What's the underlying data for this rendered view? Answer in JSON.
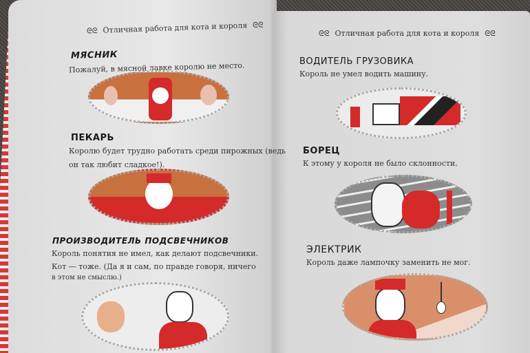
{
  "left_page": {
    "header": "Отличная работа для кота и короля",
    "ornament": "ᘓᘓ",
    "sections": [
      {
        "title": "МЯСНИК",
        "lines": [
          "Пожалуй, в мясной лавке королю не место."
        ]
      },
      {
        "title": "ПЕКАРЬ",
        "lines": [
          "Королю будет трудно работать среди пирожных (ведь",
          "он так любит сладкое!)."
        ]
      },
      {
        "title": "ПРОИЗВОДИТЕЛЬ ПОДСВЕЧНИКОВ",
        "lines": [
          "Король понятия не имел, как делают подсвечники.",
          "Кот — тоже. (Да я и сам, по правде говоря, ничего",
          "в этом не смыслю.)"
        ]
      }
    ]
  },
  "right_page": {
    "header": "Отличная работа для кота и короля",
    "ornament": "ᘓᘓ",
    "sections": [
      {
        "title": "ВОДИТЕЛЬ ГРУЗОВИКА",
        "lines": [
          "Король не умел водить машину."
        ]
      },
      {
        "title": "БОРЕЦ",
        "lines": [
          "К этому у короля не было склонности."
        ]
      },
      {
        "title": "ЭЛЕКТРИК",
        "lines": [
          "Король даже лампочку заменить не мог."
        ]
      }
    ]
  },
  "colors": {
    "red": "#d42a2a",
    "orange": "#d98a5a",
    "paper": "#dedede"
  }
}
